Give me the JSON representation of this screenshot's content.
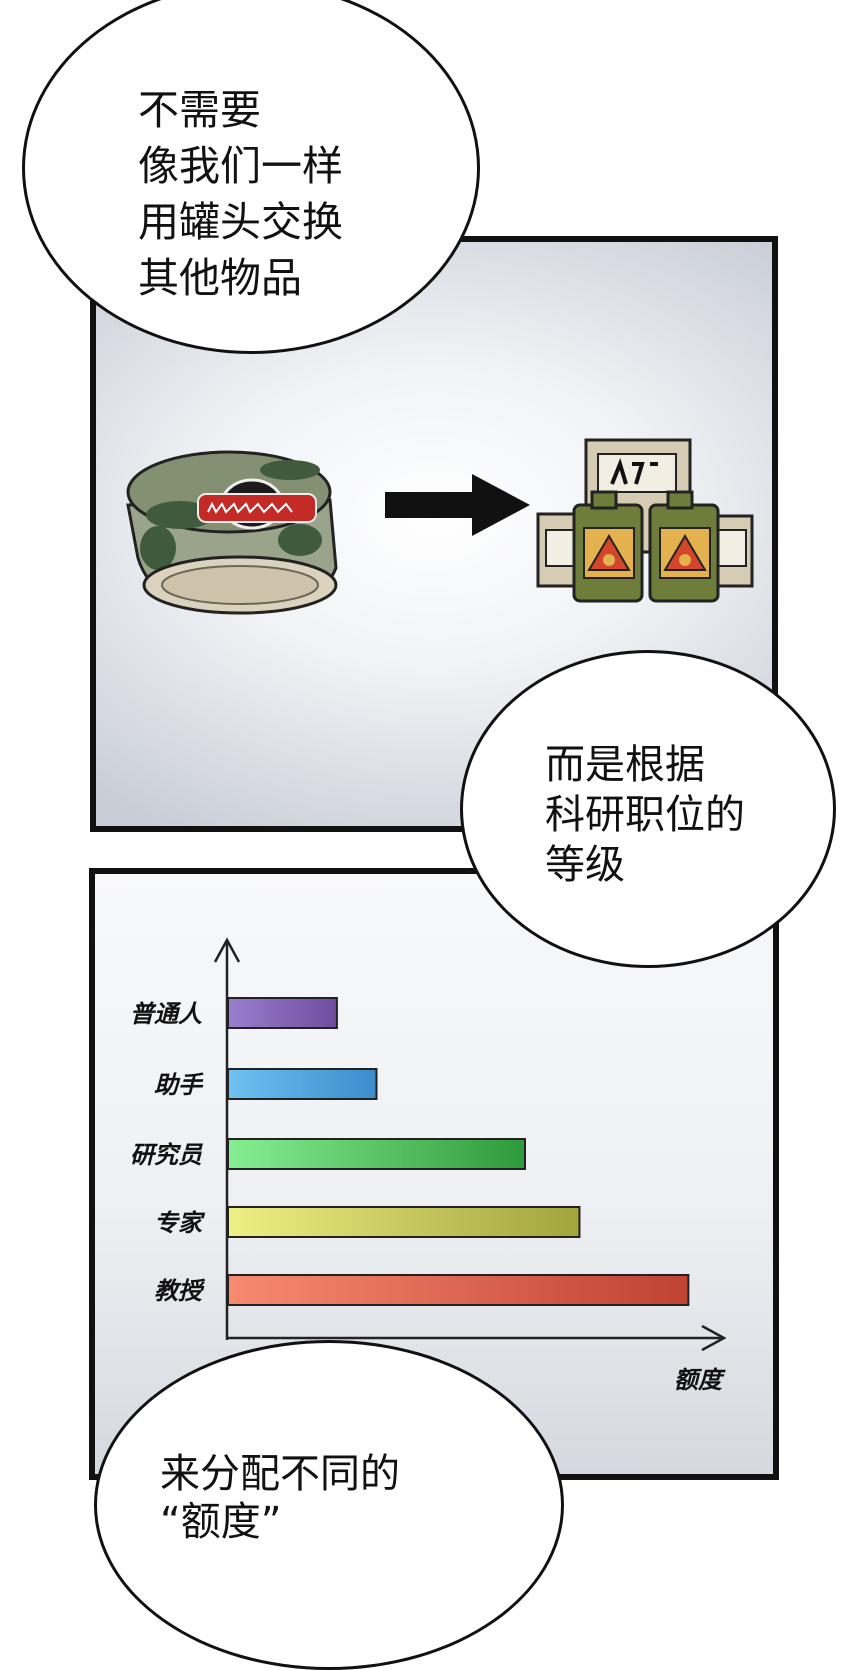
{
  "bubbles": {
    "top": "不需要\n像我们一样\n用罐头交换\n其他物品",
    "middle": "而是根据\n科研职位的\n等级",
    "bottom": "来分配不同的\n“额度”"
  },
  "chart_data": {
    "type": "bar",
    "orientation": "horizontal",
    "categories": [
      "普通人",
      "助手",
      "研究员",
      "专家",
      "教授"
    ],
    "values": [
      2.2,
      3.0,
      6.0,
      7.1,
      9.3
    ],
    "xlabel": "额度",
    "ylabel": "",
    "xlim": [
      0,
      10
    ],
    "grid": false,
    "colors": [
      [
        "#9a7fcf",
        "#6f4c9e"
      ],
      [
        "#6fc2f2",
        "#3a8ccc"
      ],
      [
        "#86ef93",
        "#2f9a3c"
      ],
      [
        "#eef086",
        "#a2a43c"
      ],
      [
        "#f88a70",
        "#c04232"
      ]
    ]
  },
  "colors": {
    "camo_light": "#9aa48a",
    "camo_dark": "#3f5a3c",
    "label_red": "#c42a26",
    "can_lid": "#dcd3bf",
    "jerrycan_green": "#6f7d3a",
    "warning_yellow": "#e3b24f",
    "warning_red": "#d4462a",
    "box_tan": "#d6ccb4",
    "arrow": "#111111"
  },
  "icons": [
    "camo-can-icon",
    "arrow-right-icon",
    "jerrycan-icon",
    "supply-box-icon"
  ]
}
